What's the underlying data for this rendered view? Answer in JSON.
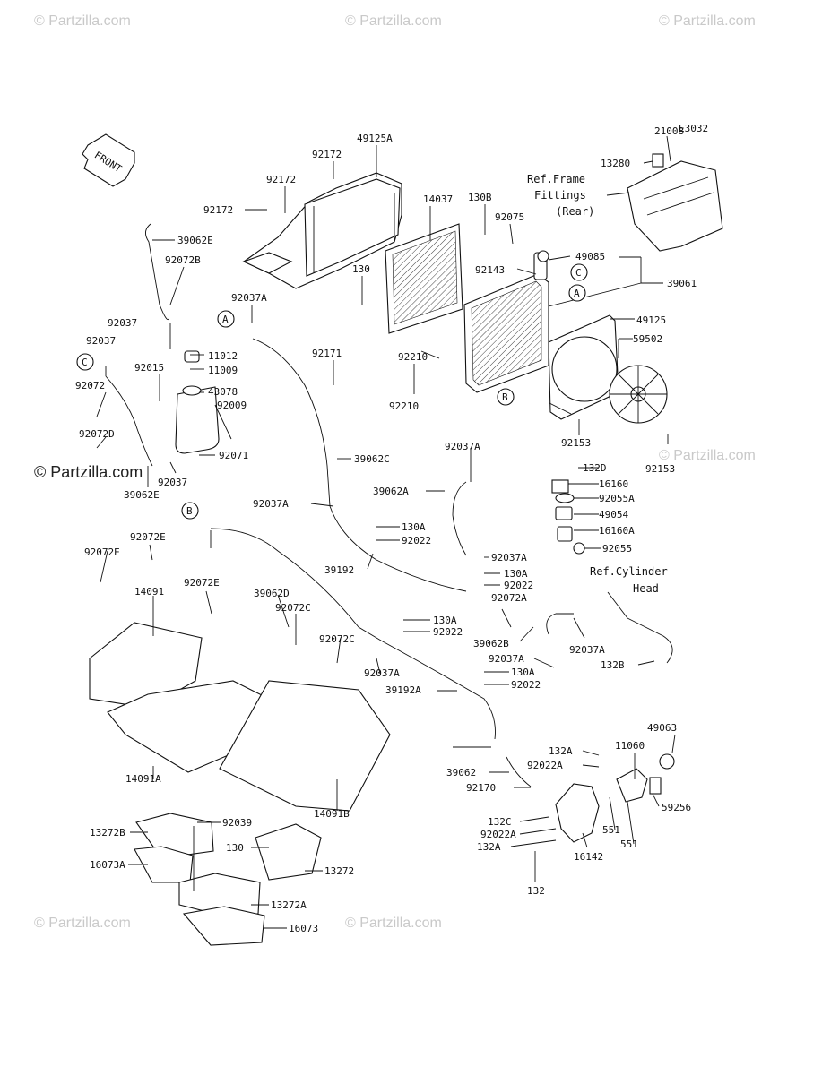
{
  "diagram_code": "E3032",
  "front_label": "FRONT",
  "watermarks": [
    "© Partzilla.com",
    "© Partzilla.com",
    "© Partzilla.com",
    "© Partzilla.com",
    "© Partzilla.com",
    "© Partzilla.com",
    "© Partzilla.com"
  ],
  "refs": {
    "frame_1": "Ref.Frame",
    "frame_2": "Fittings",
    "frame_3": "(Rear)",
    "cyl_1": "Ref.Cylinder",
    "cyl_2": "Head"
  },
  "markers": [
    "A",
    "B",
    "C",
    "A",
    "B",
    "C"
  ],
  "labels": [
    "21008",
    "13280",
    "49125A",
    "92172",
    "92172",
    "92172",
    "14037",
    "130B",
    "92075",
    "92143",
    "130",
    "49085",
    "39061",
    "39062E",
    "92072B",
    "92037A",
    "92037",
    "92037",
    "11012",
    "11009",
    "92015",
    "43078",
    "92009",
    "92071",
    "92072",
    "92072D",
    "92037",
    "39062E",
    "92171",
    "92210",
    "92210",
    "49125",
    "59502",
    "92153",
    "92153",
    "39062C",
    "92037A",
    "39062A",
    "132D",
    "16160",
    "92055A",
    "49054",
    "16160A",
    "92055",
    "92037A",
    "130A",
    "92022",
    "39192",
    "92037A",
    "130A",
    "92022",
    "92072A",
    "39062D",
    "92072E",
    "92072E",
    "92072E",
    "14091",
    "92072C",
    "92072C",
    "130A",
    "92022",
    "39062B",
    "92037A",
    "132B",
    "92037A",
    "130A",
    "92022",
    "39192A",
    "14091A",
    "14091B",
    "92037A",
    "39062",
    "92170",
    "132A",
    "92022A",
    "11060",
    "49063",
    "59256",
    "132C",
    "92022A",
    "132A",
    "551",
    "551",
    "16142",
    "132",
    "13272B",
    "92039",
    "16073A",
    "130",
    "13272",
    "13272A",
    "16073"
  ]
}
